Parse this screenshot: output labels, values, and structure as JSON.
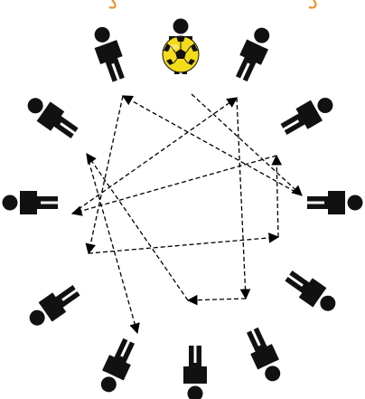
{
  "diagram": {
    "ball_holder": "p0",
    "colors": {
      "figure": "#111111",
      "arrow": "#000000",
      "ball_yellow": "#f3dc1c",
      "ball_black": "#111111",
      "top_text": "#f08a1c"
    },
    "players": [
      {
        "id": "p0",
        "icon": "person-icon"
      },
      {
        "id": "p1",
        "icon": "person-icon"
      },
      {
        "id": "p2",
        "icon": "person-icon"
      },
      {
        "id": "p3",
        "icon": "person-icon"
      },
      {
        "id": "p4",
        "icon": "person-icon"
      },
      {
        "id": "p5",
        "icon": "person-icon"
      },
      {
        "id": "p6",
        "icon": "person-icon"
      },
      {
        "id": "p7",
        "icon": "person-icon"
      },
      {
        "id": "p8",
        "icon": "person-icon"
      },
      {
        "id": "p9",
        "icon": "person-icon"
      },
      {
        "id": "p10",
        "icon": "person-icon"
      },
      {
        "id": "p11",
        "icon": "person-icon"
      }
    ],
    "passes": [
      {
        "from": "p0",
        "to": "p3"
      },
      {
        "from": "p3",
        "to": "p11"
      },
      {
        "from": "p11",
        "to": "p8"
      },
      {
        "from": "p8",
        "to": "p4"
      },
      {
        "from": "p4",
        "to": "p2"
      },
      {
        "from": "p2",
        "to": "p9"
      },
      {
        "from": "p9",
        "to": "p1"
      },
      {
        "from": "p1",
        "to": "p5"
      },
      {
        "from": "p5",
        "to": "p6"
      },
      {
        "from": "p6",
        "to": "p10"
      },
      {
        "from": "p10",
        "to": "p7"
      }
    ]
  }
}
